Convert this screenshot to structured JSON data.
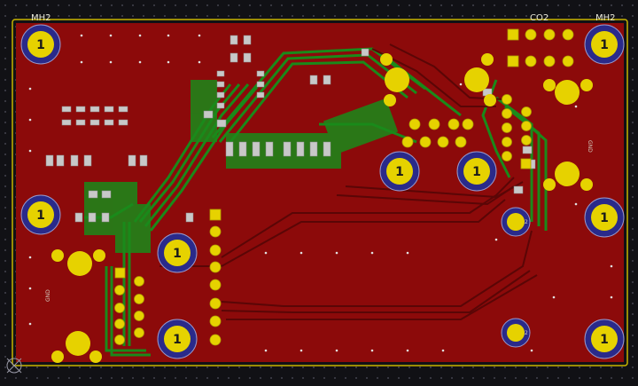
{
  "labels": {
    "mh_top_left": "MH2",
    "mh_top_right": "MH2",
    "connector_top_right": "CO2",
    "gnd_right": "GND",
    "gnd_left": "GND"
  },
  "pad_number": "1",
  "small_pad_number": "2",
  "colors": {
    "background": "#111115",
    "copper_front": "#8c0a0a",
    "copper_back": "#1a8a1a",
    "pad": "#e6d200",
    "hole_ring": "#2a2a8a",
    "edge": "#c8b400"
  }
}
